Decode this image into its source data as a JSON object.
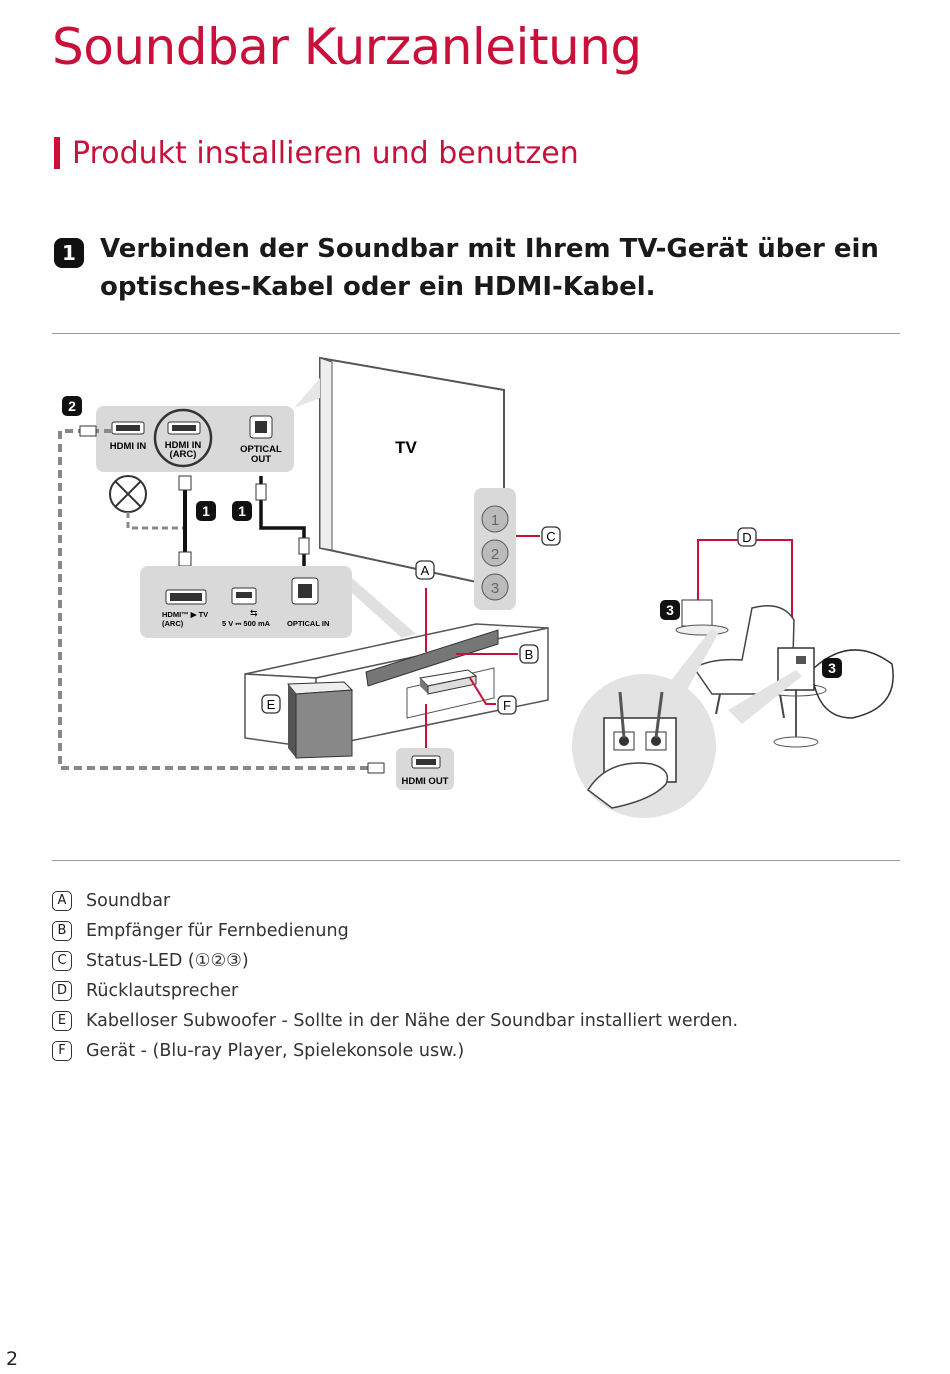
{
  "page": {
    "title": "Soundbar Kurzanleitung",
    "section_heading": "Produkt installieren und benutzen",
    "step": {
      "number": "1",
      "line1": "Verbinden der Soundbar mit Ihrem TV-Gerät über ein",
      "line2": "optisches-Kabel oder ein HDMI-Kabel."
    },
    "page_number": "2"
  },
  "diagram": {
    "tv_label": "TV",
    "tv_ports": {
      "hdmi_in": "HDMI IN",
      "hdmi_in_arc_1": "HDMI IN",
      "hdmi_in_arc_2": "(ARC)",
      "optical_out_1": "OPTICAL",
      "optical_out_2": "OUT"
    },
    "soundbar_ports": {
      "hdmi_tv_1": "HDMI™ ▶ TV",
      "hdmi_tv_2": "(ARC)",
      "usb": "5 V ⎓ 500 mA",
      "optical_in": "OPTICAL IN"
    },
    "device_port": "HDMI OUT",
    "markers": {
      "step1": "1",
      "step2": "2",
      "step3": "3"
    },
    "led_numbers": [
      "1",
      "2",
      "3"
    ],
    "callouts": [
      "A",
      "B",
      "C",
      "D",
      "E",
      "F"
    ]
  },
  "legend": [
    {
      "key": "A",
      "text": "Soundbar"
    },
    {
      "key": "B",
      "text": "Empfänger für Fernbedienung"
    },
    {
      "key": "C",
      "text": "Status-LED (①②③)"
    },
    {
      "key": "D",
      "text": "Rücklautsprecher"
    },
    {
      "key": "E",
      "text": "Kabelloser Subwoofer - Sollte in der Nähe der Soundbar installiert werden."
    },
    {
      "key": "F",
      "text": "Gerät - (Blu-ray Player, Spielekonsole usw.)"
    }
  ],
  "colors": {
    "accent": "#c8103b",
    "text": "#1a1a1a",
    "panel": "#d9d9d9"
  }
}
